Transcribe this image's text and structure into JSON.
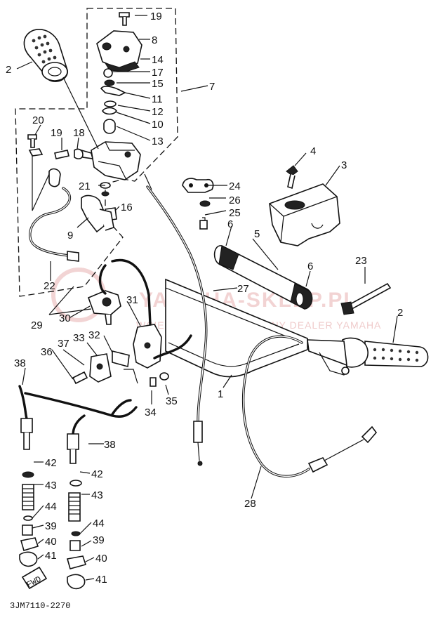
{
  "diagram": {
    "code": "3JM7110-2270",
    "watermark": {
      "brand": "YAMAHA-SKLEP.PL",
      "tagline": "OFICJALNY DEALER YAMAHA",
      "tagline_prefix": "WCIELE"
    },
    "fwd_label": "FWD",
    "callouts": [
      "1",
      "2",
      "3",
      "4",
      "5",
      "6",
      "7",
      "8",
      "9",
      "10",
      "11",
      "12",
      "13",
      "14",
      "15",
      "16",
      "17",
      "18",
      "19",
      "20",
      "21",
      "22",
      "23",
      "24",
      "25",
      "26",
      "27",
      "28",
      "29",
      "30",
      "31",
      "32",
      "33",
      "34",
      "35",
      "36",
      "37",
      "38",
      "39",
      "40",
      "41",
      "42",
      "43",
      "44"
    ]
  }
}
